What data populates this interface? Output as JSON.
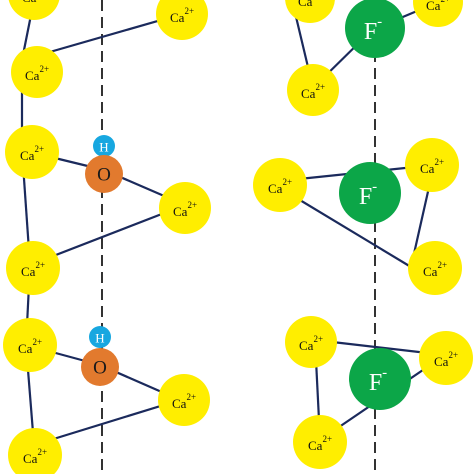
{
  "colors": {
    "calcium": "#ffee00",
    "fluoride": "#0ca648",
    "oxygen": "#e27a2e",
    "hydrogen": "#17a7e0",
    "bond": "#1b2a5c",
    "axis": "#000000"
  },
  "labels": {
    "calcium": "Ca",
    "calcium_charge": "2+",
    "fluoride": "F",
    "fluoride_charge": "-",
    "oxygen": "O",
    "hydrogen": "H"
  }
}
